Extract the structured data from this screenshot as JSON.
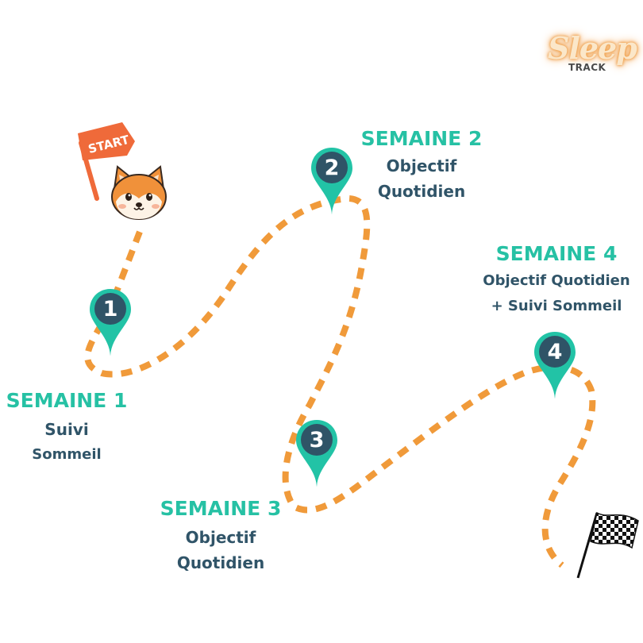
{
  "logo": {
    "script": "Sleep",
    "sub": "TRACK"
  },
  "start_flag": {
    "label": "START"
  },
  "colors": {
    "pin": "#22c3a6",
    "pin_circle": "#2f5467",
    "path": "#f09a3a",
    "week_title": "#26c1a4",
    "description": "#305468"
  },
  "steps": [
    {
      "number": "1",
      "week": "SEMAINE 1",
      "lines": [
        "Suivi",
        "Sommeil"
      ]
    },
    {
      "number": "2",
      "week": "SEMAINE 2",
      "lines": [
        "Objectif",
        "Quotidien"
      ]
    },
    {
      "number": "3",
      "week": "SEMAINE 3",
      "lines": [
        "Objectif",
        "Quotidien"
      ]
    },
    {
      "number": "4",
      "week": "SEMAINE 4",
      "lines": [
        "Objectif Quotidien",
        "+ Suivi Sommeil"
      ]
    }
  ]
}
